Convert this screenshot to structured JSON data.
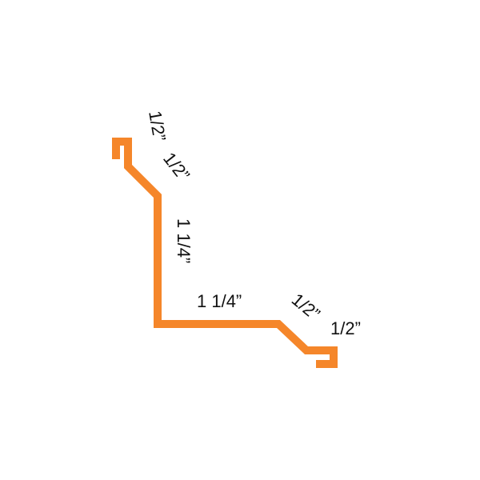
{
  "diagram": {
    "profile_color": "#f5862a",
    "labels": {
      "top_hook": "1/2”",
      "top_angle": "1/2”",
      "vertical_leg": "1 1/4”",
      "horizontal_leg": "1 1/4”",
      "bottom_angle": "1/2”",
      "bottom_hook": "1/2”"
    }
  }
}
